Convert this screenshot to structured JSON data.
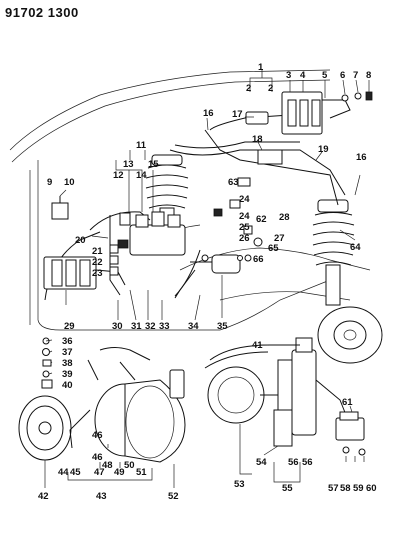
{
  "header": {
    "code": "91702 1300"
  },
  "callouts": [
    "1",
    "2",
    "2",
    "3",
    "4",
    "5",
    "6",
    "7",
    "8",
    "9",
    "10",
    "11",
    "12",
    "13",
    "14",
    "15",
    "16",
    "16",
    "17",
    "18",
    "19",
    "20",
    "21",
    "22",
    "23",
    "24",
    "24",
    "25",
    "26",
    "27",
    "28",
    "29",
    "30",
    "31",
    "32",
    "33",
    "34",
    "35",
    "36",
    "37",
    "38",
    "39",
    "40",
    "41",
    "42",
    "43",
    "44",
    "45",
    "46",
    "46",
    "47",
    "48",
    "49",
    "50",
    "51",
    "52",
    "53",
    "54",
    "55",
    "56",
    "56",
    "57",
    "58",
    "59",
    "60",
    "61",
    "62",
    "63",
    "64",
    "65",
    "66"
  ]
}
